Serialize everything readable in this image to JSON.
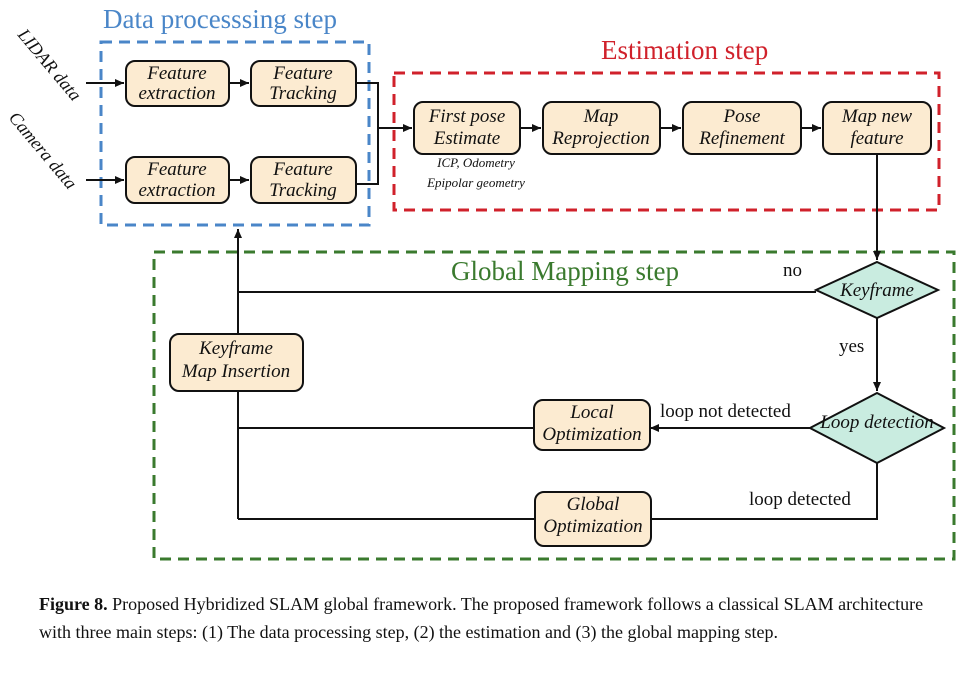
{
  "regions": {
    "data_processing": {
      "title": "Data processsing step",
      "color": "#4a86c8"
    },
    "estimation": {
      "title": "Estimation step",
      "color": "#d0212b"
    },
    "global_mapping": {
      "title": "Global Mapping step",
      "color": "#3a7a2e"
    }
  },
  "inputs": {
    "lidar": "LIDAR data",
    "camera": "Camera data"
  },
  "nodes": {
    "feature_extraction_1": [
      "Feature",
      "extraction"
    ],
    "feature_tracking_1": [
      "Feature",
      "Tracking"
    ],
    "feature_extraction_2": [
      "Feature",
      "extraction"
    ],
    "feature_tracking_2": [
      "Feature",
      "Tracking"
    ],
    "first_pose": [
      "First pose",
      "Estimate"
    ],
    "first_pose_note": [
      "ICP, Odometry",
      "Epipolar geometry"
    ],
    "map_reprojection": [
      "Map",
      "Reprojection"
    ],
    "pose_refinement": [
      "Pose",
      "Refinement"
    ],
    "map_new_feature": [
      "Map new",
      "feature"
    ],
    "keyframe": "Keyframe",
    "loop_detection": "Loop detection",
    "keyframe_insertion": [
      "Keyframe",
      "Map Insertion"
    ],
    "local_optimization": [
      "Local",
      "Optimization"
    ],
    "global_optimization": [
      "Global",
      "Optimization"
    ]
  },
  "edges": {
    "no": "no",
    "yes": "yes",
    "loop_not_detected": "loop not detected",
    "loop_detected": "loop detected"
  },
  "colors": {
    "box_fill": "#fcebd1",
    "diamond_fill": "#c9ece0"
  },
  "caption": {
    "label": "Figure 8.",
    "text": " Proposed Hybridized SLAM global framework. The proposed framework follows a classical SLAM architecture with three main steps: (1) The data processing step, (2) the estimation and (3) the global mapping step."
  }
}
